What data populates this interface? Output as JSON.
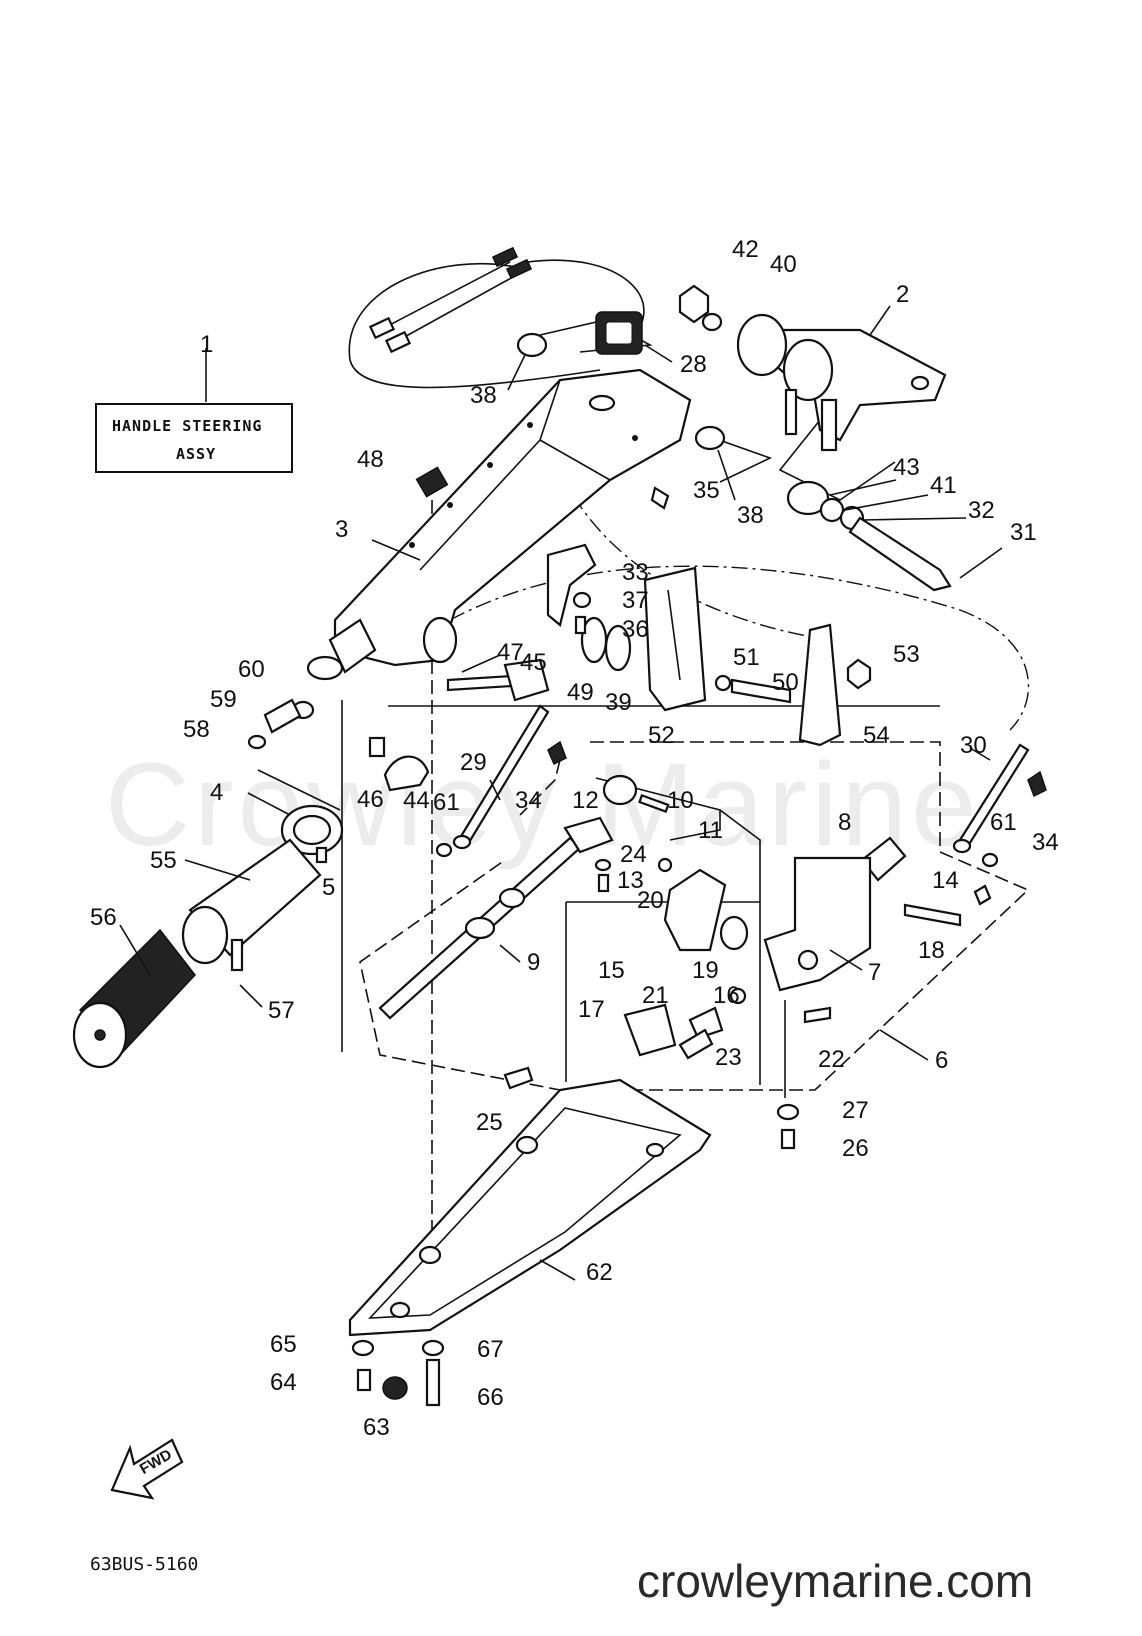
{
  "diagram": {
    "title_box": {
      "line1": "HANDLE STEERING",
      "line2": "ASSY",
      "ref": "1"
    },
    "fwd_label": "FWD",
    "diagram_code": "63BUS-5160",
    "watermark": "Crowley Marine",
    "site": "crowleymarine.com",
    "part_labels": {
      "p2": "2",
      "p3": "3",
      "p4": "4",
      "p5": "5",
      "p6": "6",
      "p7": "7",
      "p8": "8",
      "p9": "9",
      "p10": "10",
      "p11": "11",
      "p12": "12",
      "p13": "13",
      "p14": "14",
      "p15": "15",
      "p16": "16",
      "p17": "17",
      "p18": "18",
      "p19": "19",
      "p20": "20",
      "p21": "21",
      "p22": "22",
      "p23": "23",
      "p24": "24",
      "p25": "25",
      "p26": "26",
      "p27": "27",
      "p28": "28",
      "p29": "29",
      "p30": "30",
      "p31": "31",
      "p32": "32",
      "p33": "33",
      "p34a": "34",
      "p34b": "34",
      "p35": "35",
      "p36": "36",
      "p37": "37",
      "p38a": "38",
      "p38b": "38",
      "p39": "39",
      "p40": "40",
      "p41": "41",
      "p42": "42",
      "p43": "43",
      "p44": "44",
      "p45": "45",
      "p46": "46",
      "p47": "47",
      "p48": "48",
      "p49": "49",
      "p50": "50",
      "p51": "51",
      "p52": "52",
      "p53": "53",
      "p54": "54",
      "p55": "55",
      "p56": "56",
      "p57": "57",
      "p58": "58",
      "p59": "59",
      "p60": "60",
      "p61a": "61",
      "p61b": "61",
      "p62": "62",
      "p63": "63",
      "p64": "64",
      "p65": "65",
      "p66": "66",
      "p67": "67"
    }
  }
}
